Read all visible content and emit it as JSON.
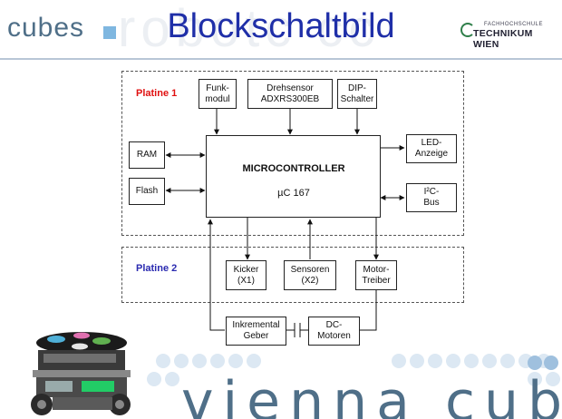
{
  "header": {
    "watermark_text": "robotc cc",
    "logo_left_text": "cubes",
    "title": "Blockschaltbild",
    "fh_small": "FACHHOCHSCHULE",
    "fh_big": "TECHNIKUM WIEN"
  },
  "diagram": {
    "platine1_label": "Platine 1",
    "platine2_label": "Platine 2",
    "mcu_title": "MICROCONTROLLER",
    "mcu_subtitle": "µC 167",
    "boxes": {
      "funk": "Funk-\nmodul",
      "drehsensor": "Drehsensor\nADXRS300EB",
      "dip": "DIP-\nSchalter",
      "ram": "RAM",
      "flash": "Flash",
      "led": "LED-\nAnzeige",
      "i2c": "I²C-\nBus",
      "kicker": "Kicker\n(X1)",
      "sensoren": "Sensoren\n(X2)",
      "motor_treiber": "Motor-\nTreiber",
      "inkremental": "Inkremental\nGeber",
      "dc_motoren": "DC-\nMotoren"
    },
    "colors": {
      "platine1": "#e01010",
      "platine2": "#2a2ab0"
    }
  },
  "footer": {
    "brand_text": "vienna cubes"
  }
}
